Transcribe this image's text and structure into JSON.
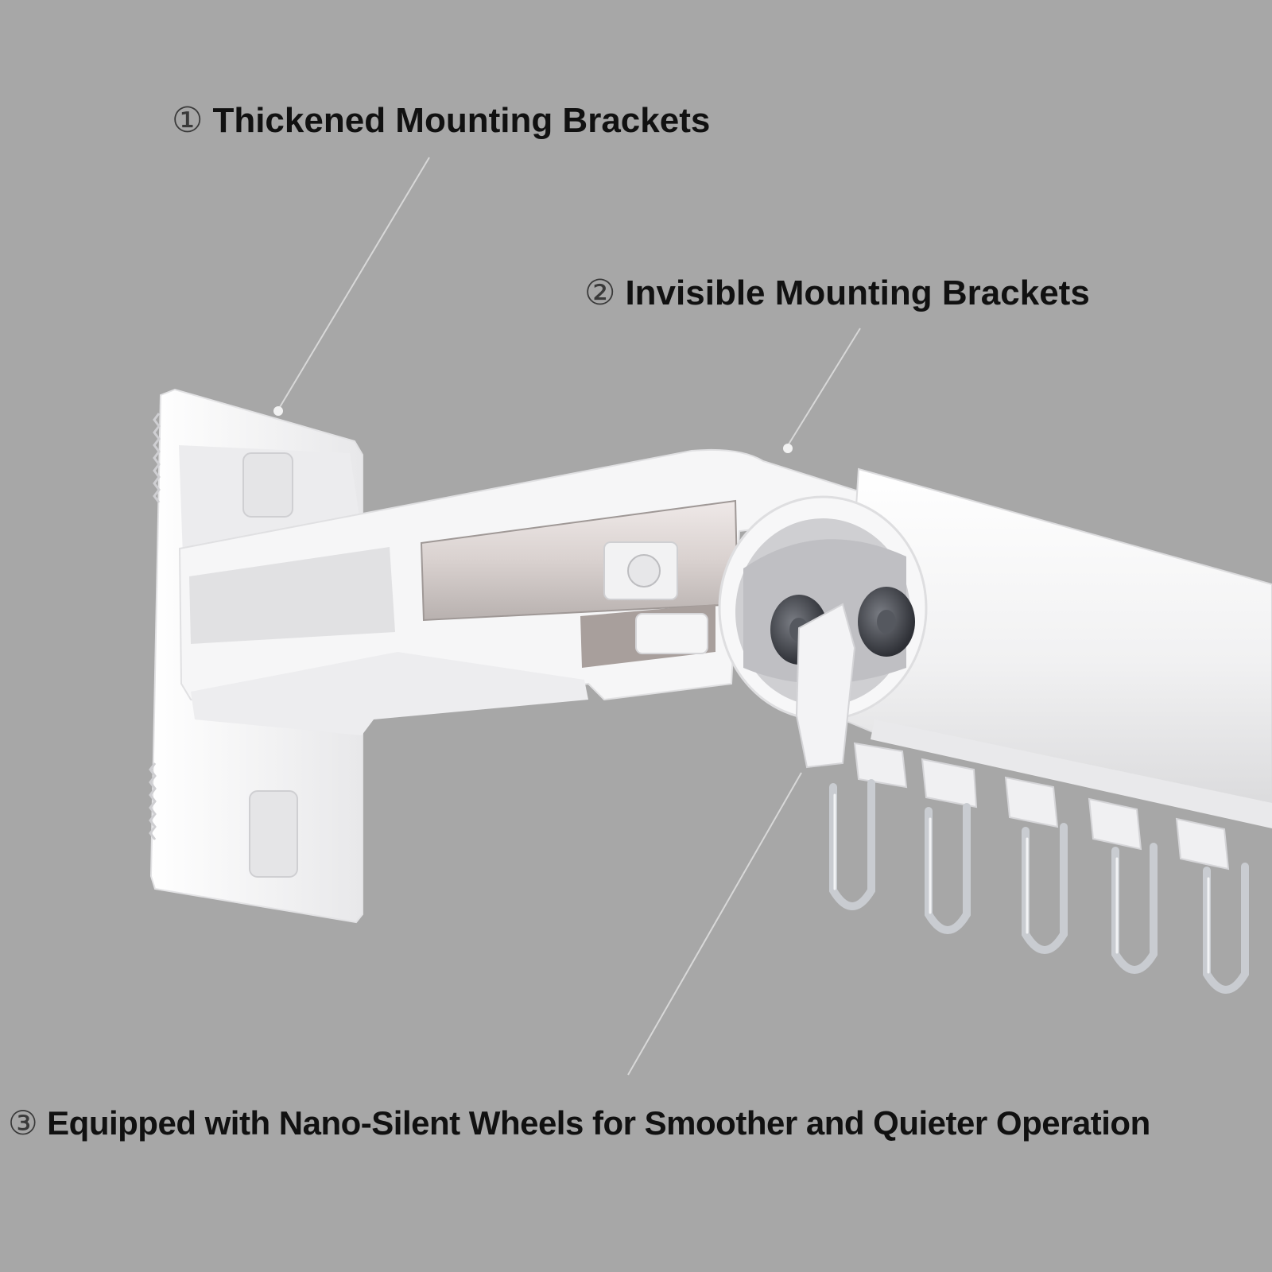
{
  "background_color": "#a7a7a7",
  "callouts": [
    {
      "number": "①",
      "text": "Thickened Mounting Brackets"
    },
    {
      "number": "②",
      "text": "Invisible Mounting Brackets"
    },
    {
      "number": "③",
      "text": "Equipped with Nano-Silent Wheels for Smoother and Quieter Operation"
    }
  ],
  "product": {
    "icon": "curtain-track-bracket-icon",
    "bracket_color": "#f3f3f4",
    "hook_color": "#c9ccd1"
  }
}
